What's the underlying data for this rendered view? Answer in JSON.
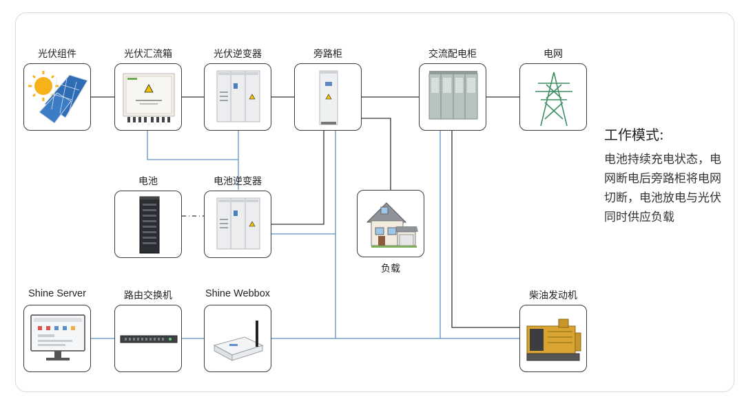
{
  "nodes": {
    "pv_module": "光伏组件",
    "combiner_box": "光伏汇流箱",
    "pv_inverter": "光伏逆变器",
    "bypass_cabinet": "旁路柜",
    "ac_distribution": "交流配电柜",
    "grid": "电网",
    "battery": "电池",
    "battery_inverter": "电池逆变器",
    "load": "负载",
    "shine_server": "Shine Server",
    "router": "路由交换机",
    "shine_webbox": "Shine Webbox",
    "diesel_generator": "柴油发动机"
  },
  "mode": {
    "title": "工作模式:",
    "description": "电池持续充电状态，电网断电后旁路柜将电网切断，电池放电与光伏同时供应负载"
  },
  "colors": {
    "line_dark": "#333333",
    "line_blue": "#5b8fc7",
    "panel_blue": "#2f6db5",
    "sun": "#f5b21b"
  }
}
